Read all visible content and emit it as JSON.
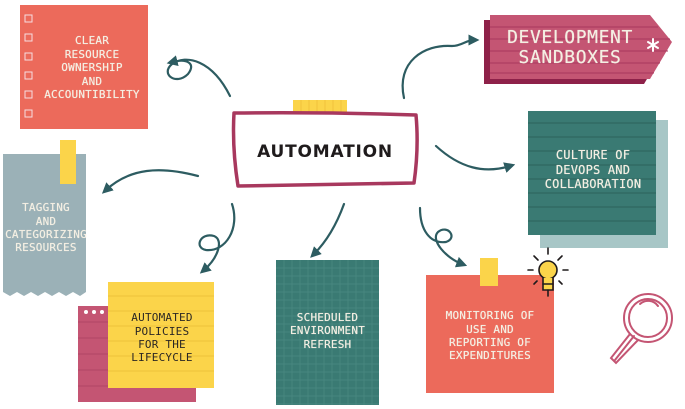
{
  "diagram": {
    "center": "AUTOMATION",
    "nodes": [
      {
        "id": "resource_ownership",
        "text": "CLEAR\nRESOURCE\nOWNERSHIP\nAND\nACCOUNTIBILITY"
      },
      {
        "id": "dev_sandboxes",
        "text": "DEVELOPMENT\nSANDBOXES"
      },
      {
        "id": "tagging",
        "text": "TAGGING\nAND\nCATEGORIZING\nRESOURCES"
      },
      {
        "id": "culture",
        "text": "CULTURE OF\nDEVOPS AND\nCOLLABORATION"
      },
      {
        "id": "lifecycle",
        "text": "AUTOMATED\nPOLICIES\nFOR THE\nLIFECYCLE"
      },
      {
        "id": "refresh",
        "text": "SCHEDULED\nENVIRONMENT\nREFRESH"
      },
      {
        "id": "monitoring",
        "text": "MONITORING OF\nUSE AND\nREPORTING OF\nEXPENDITURES"
      }
    ]
  },
  "colors": {
    "coral": "#ec6a5b",
    "teal": "#3a7a73",
    "gray_blue": "#9bb1b7",
    "light_teal": "#a7c6c6",
    "yellow": "#fbd44a",
    "magenta": "#a8385e",
    "pink": "#c45573",
    "maroon": "#8e2149",
    "arrow": "#2d5c61",
    "pale_pink": "#f6dde2"
  },
  "icons": [
    "lightbulb-icon",
    "magnifying-glass-icon",
    "asterisk-icon"
  ]
}
